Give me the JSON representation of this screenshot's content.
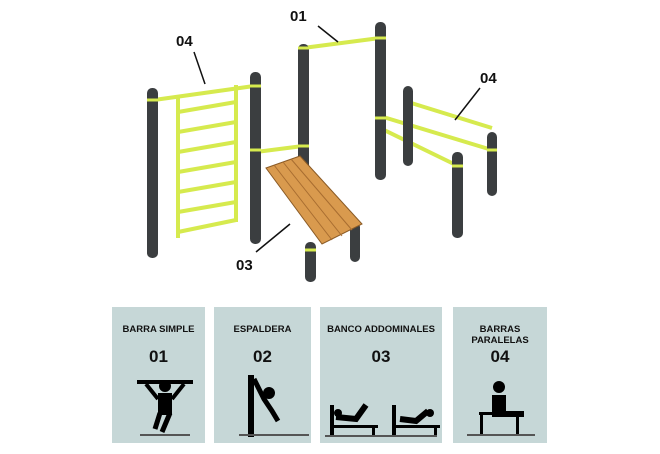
{
  "callouts": {
    "bar": "01",
    "ladder": "04",
    "parallel": "04",
    "bench": "03"
  },
  "panels": [
    {
      "title": "BARRA SIMPLE",
      "number": "01"
    },
    {
      "title": "ESPALDERA",
      "number": "02"
    },
    {
      "title": "BANCO ADDOMINALES",
      "number": "03"
    },
    {
      "title": "BARRAS PARALELAS",
      "number": "04"
    }
  ],
  "colors": {
    "post": "#3b3e40",
    "accent": "#d6ea4e",
    "wood": "#d99a4e",
    "panel": "#c6d7d7"
  }
}
